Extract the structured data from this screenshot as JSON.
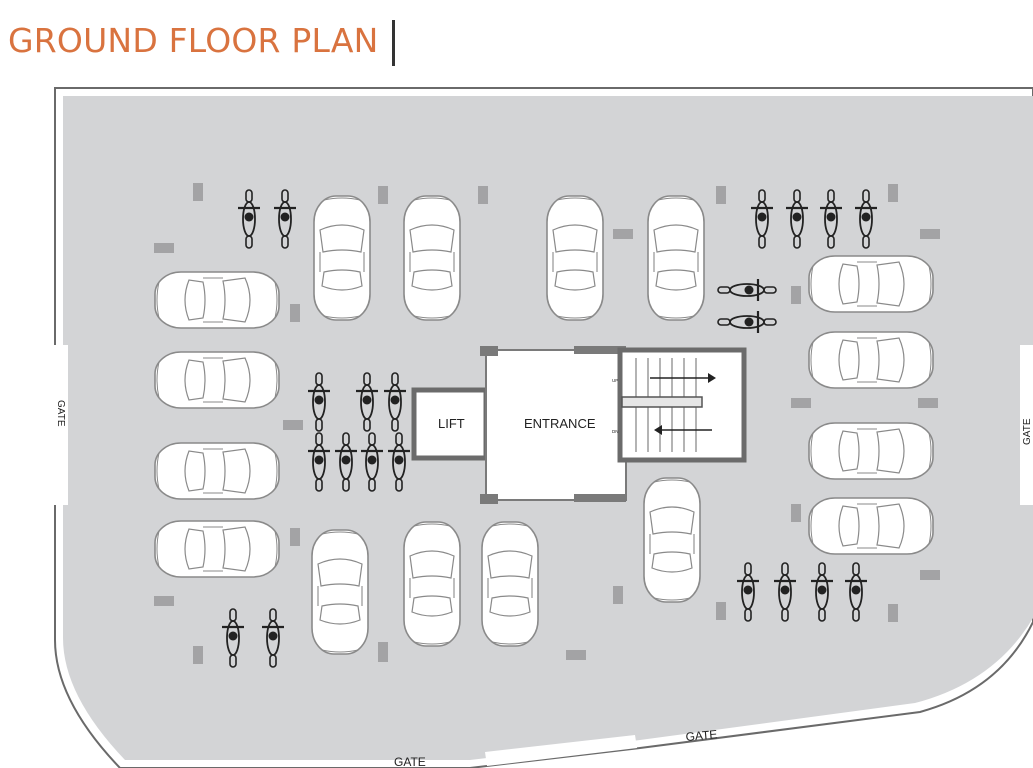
{
  "title": "GROUND FLOOR PLAN",
  "labels": {
    "lift": "LIFT",
    "entrance": "ENTRANCE",
    "stair_up": "UP",
    "stair_down": "DN",
    "gate_left": "GATE",
    "gate_right": "GATE",
    "gate_bottom_center": "GATE",
    "gate_bottom_left": "GATE"
  },
  "colors": {
    "title": "#d9733f",
    "floor": "#d3d4d6",
    "wall": "#5a5a5a",
    "vehicle_fill": "#ffffff",
    "vehicle_stroke": "#888888",
    "bike": "#222222"
  },
  "icons": {
    "car": "car-top-view-icon",
    "bike": "motorcycle-top-view-icon",
    "pillar": "pillar-block-icon"
  }
}
